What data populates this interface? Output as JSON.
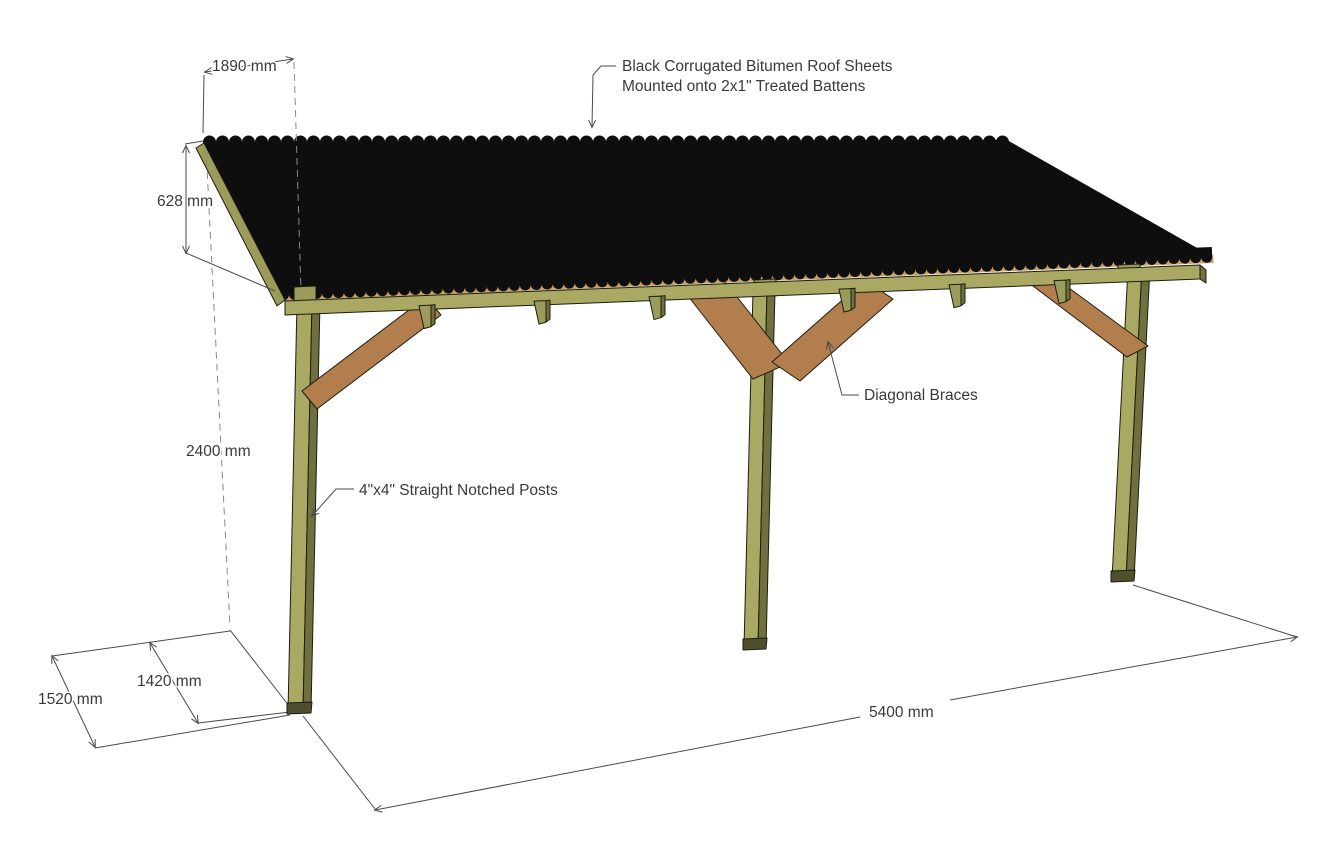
{
  "title": "Timber lean-to carport technical drawing",
  "annotations": {
    "roof_note_line1": "Black Corrugated Bitumen Roof Sheets",
    "roof_note_line2": "Mounted onto 2x1\" Treated Battens",
    "braces_label": "Diagonal Braces",
    "posts_label": "4\"x4\" Straight Notched Posts"
  },
  "dimensions": {
    "rafter_length": "1890 mm",
    "roof_rise": "628 mm",
    "post_height": "2400 mm",
    "side_depth": "1520 mm",
    "post_spacing_depth": "1420 mm",
    "front_width": "5400 mm"
  },
  "colors": {
    "roof": "#0e0e0e",
    "timber_light": "#a9a964",
    "timber_mid": "#9c9c5a",
    "timber_dark": "#70703f",
    "brace": "#b27e4e",
    "batten": "#c9a263",
    "line": "#4a4a4a",
    "text": "#3a3a3a"
  }
}
